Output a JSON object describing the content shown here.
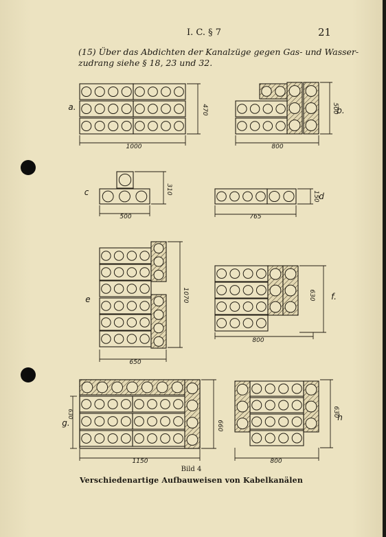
{
  "header": {
    "section": "I. C. § 7",
    "page_number": "21"
  },
  "note": {
    "line1": "(15) Über das Abdichten der Kanalzüge gegen Gas- und Wasser-",
    "line2": "zudrang siehe § 18, 23 und 32."
  },
  "figures": [
    {
      "letter": "a.",
      "dims": [
        "1000",
        "470"
      ]
    },
    {
      "letter": "b.",
      "dims": [
        "800",
        "500"
      ]
    },
    {
      "letter": "c",
      "dims": [
        "500",
        "310"
      ]
    },
    {
      "letter": "d",
      "dims": [
        "765",
        "150"
      ]
    },
    {
      "letter": "e",
      "dims": [
        "650",
        "1070"
      ]
    },
    {
      "letter": "f.",
      "dims": [
        "800",
        "630"
      ]
    },
    {
      "letter": "g.",
      "dims": [
        "1150",
        "660",
        "630"
      ]
    },
    {
      "letter": "h",
      "dims": [
        "800",
        "630"
      ]
    }
  ],
  "caption": {
    "label": "Bild 4",
    "title": "Verschiedenartige Aufbauweisen von Kabelkanälen"
  }
}
